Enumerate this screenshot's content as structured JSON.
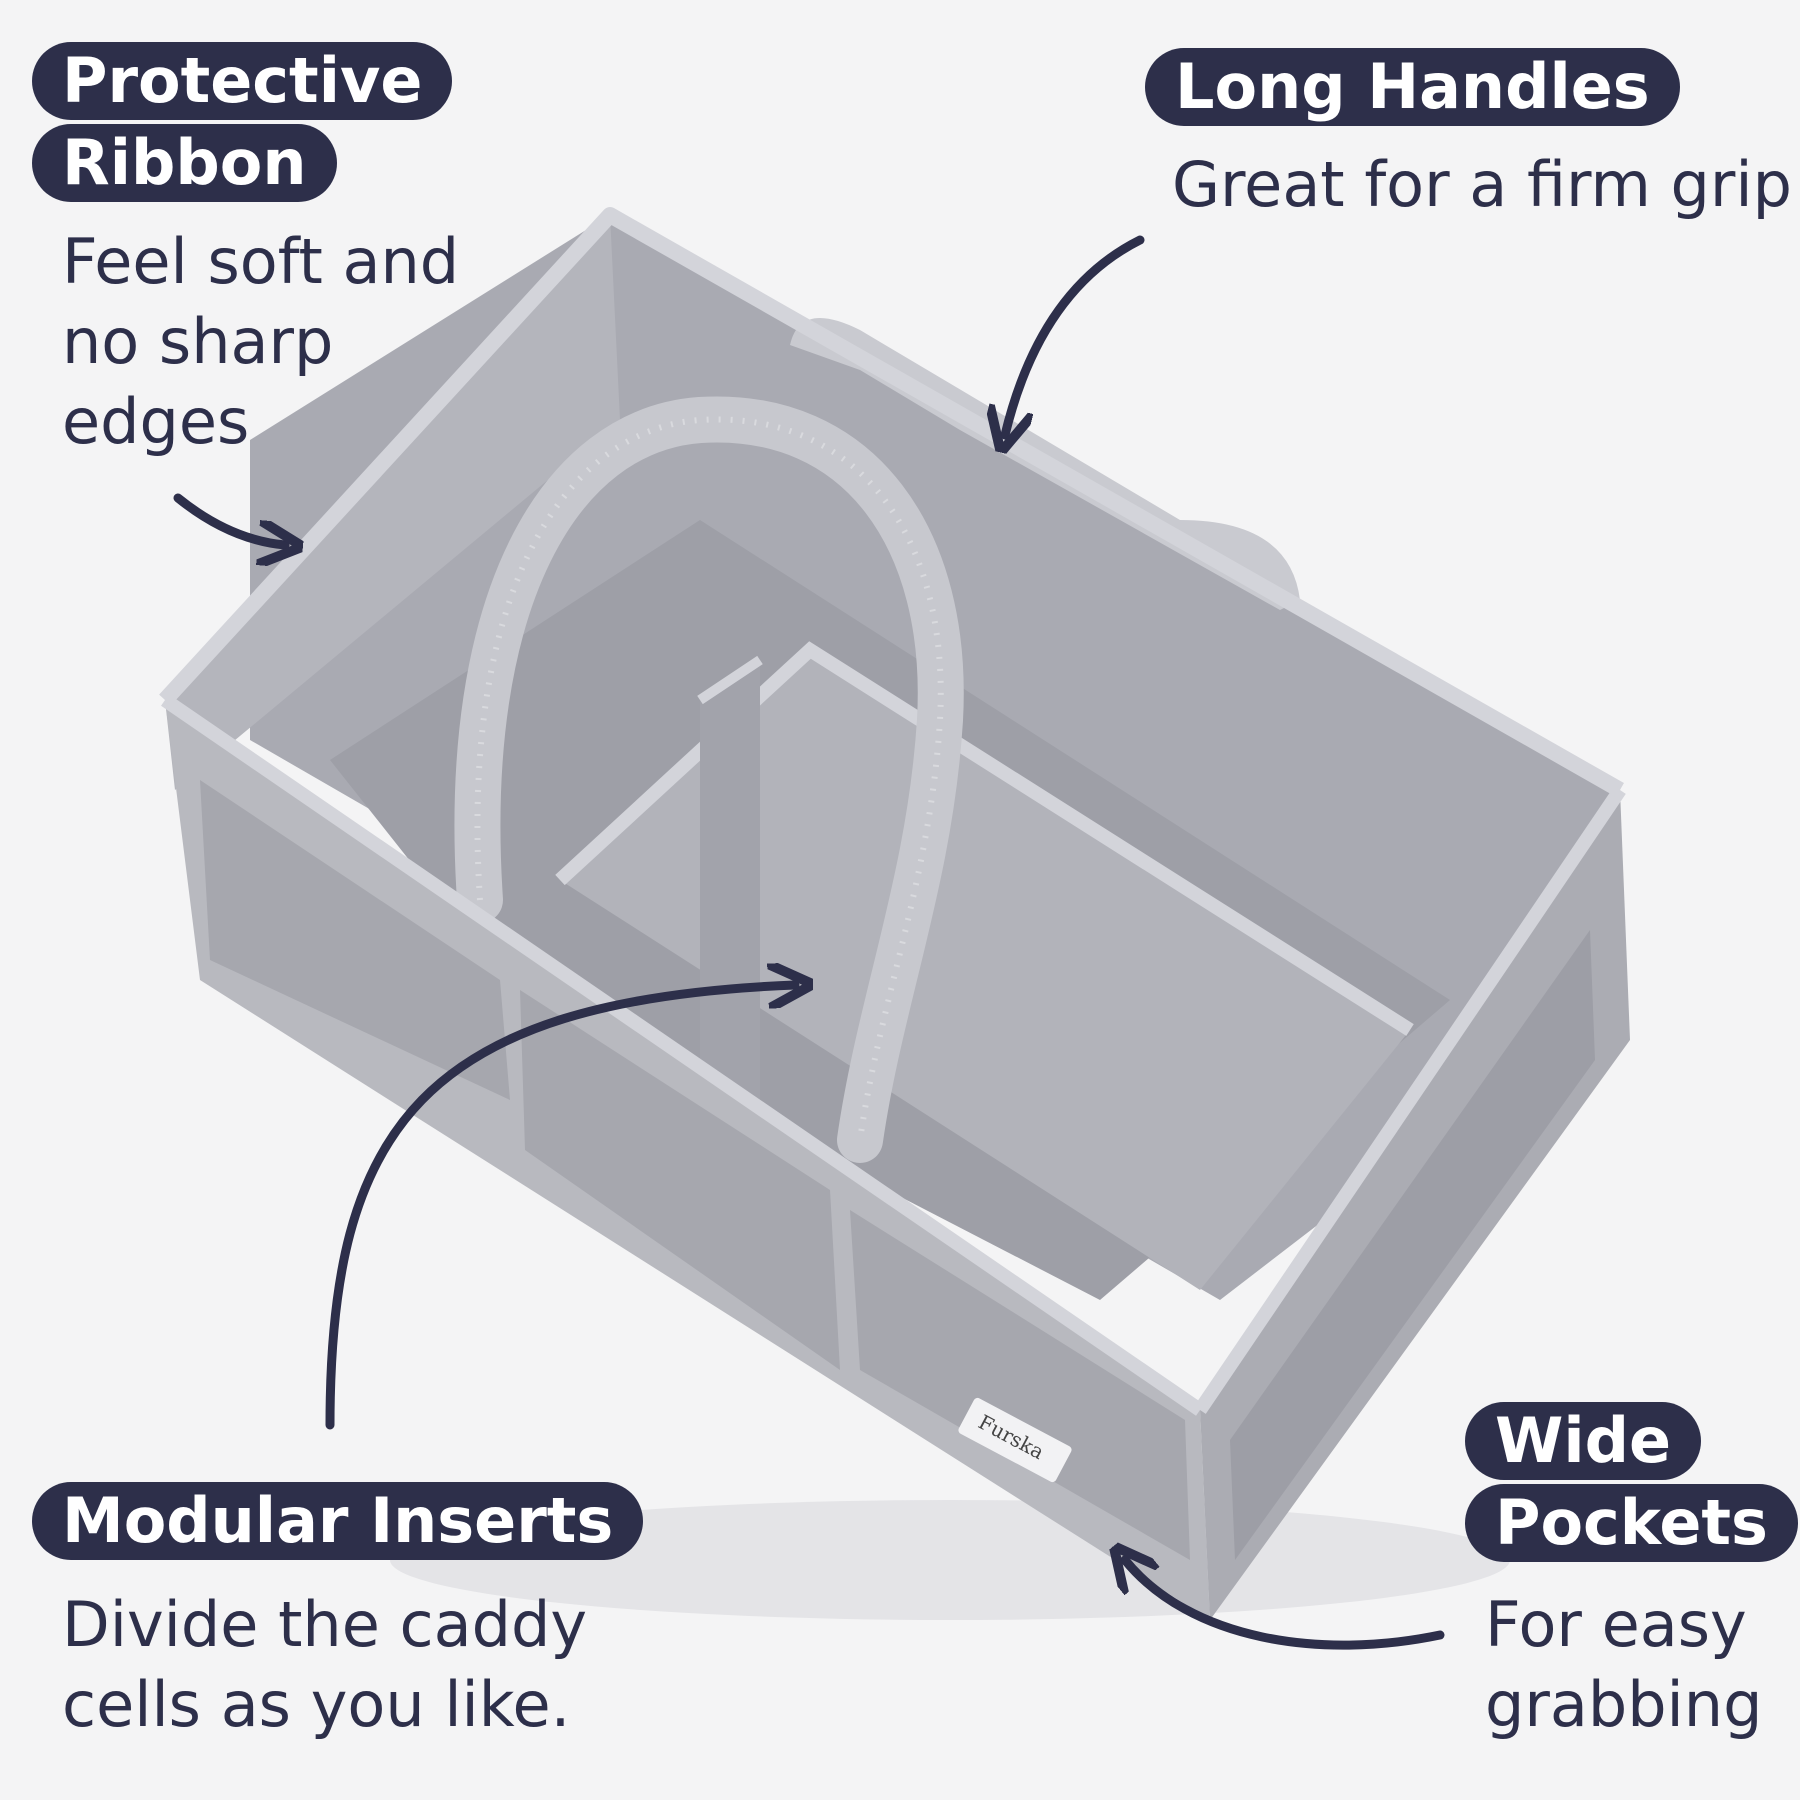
{
  "colors": {
    "background": "#f4f4f5",
    "label_bg": "#2d2f4a",
    "label_text": "#ffffff",
    "desc_text": "#2d2f4a",
    "felt_light": "#bfc0c6",
    "felt_mid": "#a5a6ae",
    "felt_dark": "#8f9099",
    "ribbon": "#d3d4da"
  },
  "callouts": {
    "protective": {
      "title_line1": "Protective",
      "title_line2": "Ribbon",
      "desc_line1": "Feel soft and",
      "desc_line2": "no sharp",
      "desc_line3": "edges"
    },
    "handles": {
      "title": "Long Handles",
      "desc": "Great for a firm grip"
    },
    "modular": {
      "title": "Modular Inserts",
      "desc_line1": "Divide the caddy",
      "desc_line2": "cells as you like."
    },
    "pockets": {
      "title_line1": "Wide",
      "title_line2": "Pockets",
      "desc_line1": "For easy",
      "desc_line2": "grabbing"
    }
  },
  "product": {
    "brand_tag": "Furska",
    "icons": [
      "arrow-protective-icon",
      "arrow-handles-icon",
      "arrow-modular-icon",
      "arrow-pockets-icon"
    ]
  }
}
